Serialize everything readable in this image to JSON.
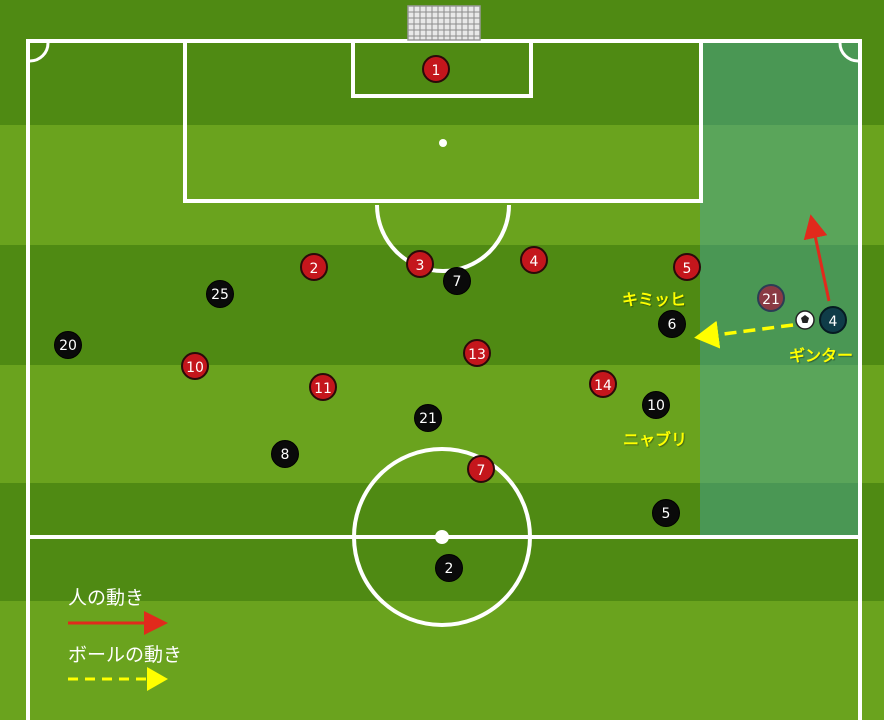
{
  "colors": {
    "red_team": "#c4161c",
    "black_team": "#0a0a0a",
    "player_arrow": "#e12a1c",
    "ball_arrow": "#ffff00",
    "label_text": "#ffff00",
    "highlight_zone": "#46aaaf"
  },
  "players": {
    "red": [
      {
        "number": "1"
      },
      {
        "number": "2"
      },
      {
        "number": "3"
      },
      {
        "number": "4"
      },
      {
        "number": "5"
      },
      {
        "number": "10"
      },
      {
        "number": "11"
      },
      {
        "number": "13"
      },
      {
        "number": "14"
      },
      {
        "number": "7"
      }
    ],
    "black": [
      {
        "number": "25"
      },
      {
        "number": "7"
      },
      {
        "number": "20"
      },
      {
        "number": "6"
      },
      {
        "number": "10"
      },
      {
        "number": "21"
      },
      {
        "number": "8"
      },
      {
        "number": "5"
      },
      {
        "number": "2"
      }
    ],
    "ghost": {
      "number": "21"
    },
    "ginter": {
      "number": "4"
    }
  },
  "labels": {
    "kimmich": "キミッヒ",
    "ginter": "ギンター",
    "gnabry": "ニャブリ"
  },
  "legend": {
    "player_movement": "人の動き",
    "ball_movement": "ボールの動き"
  },
  "icons": {
    "ball": "soccer-ball-icon",
    "goal": "goal-net-icon"
  }
}
